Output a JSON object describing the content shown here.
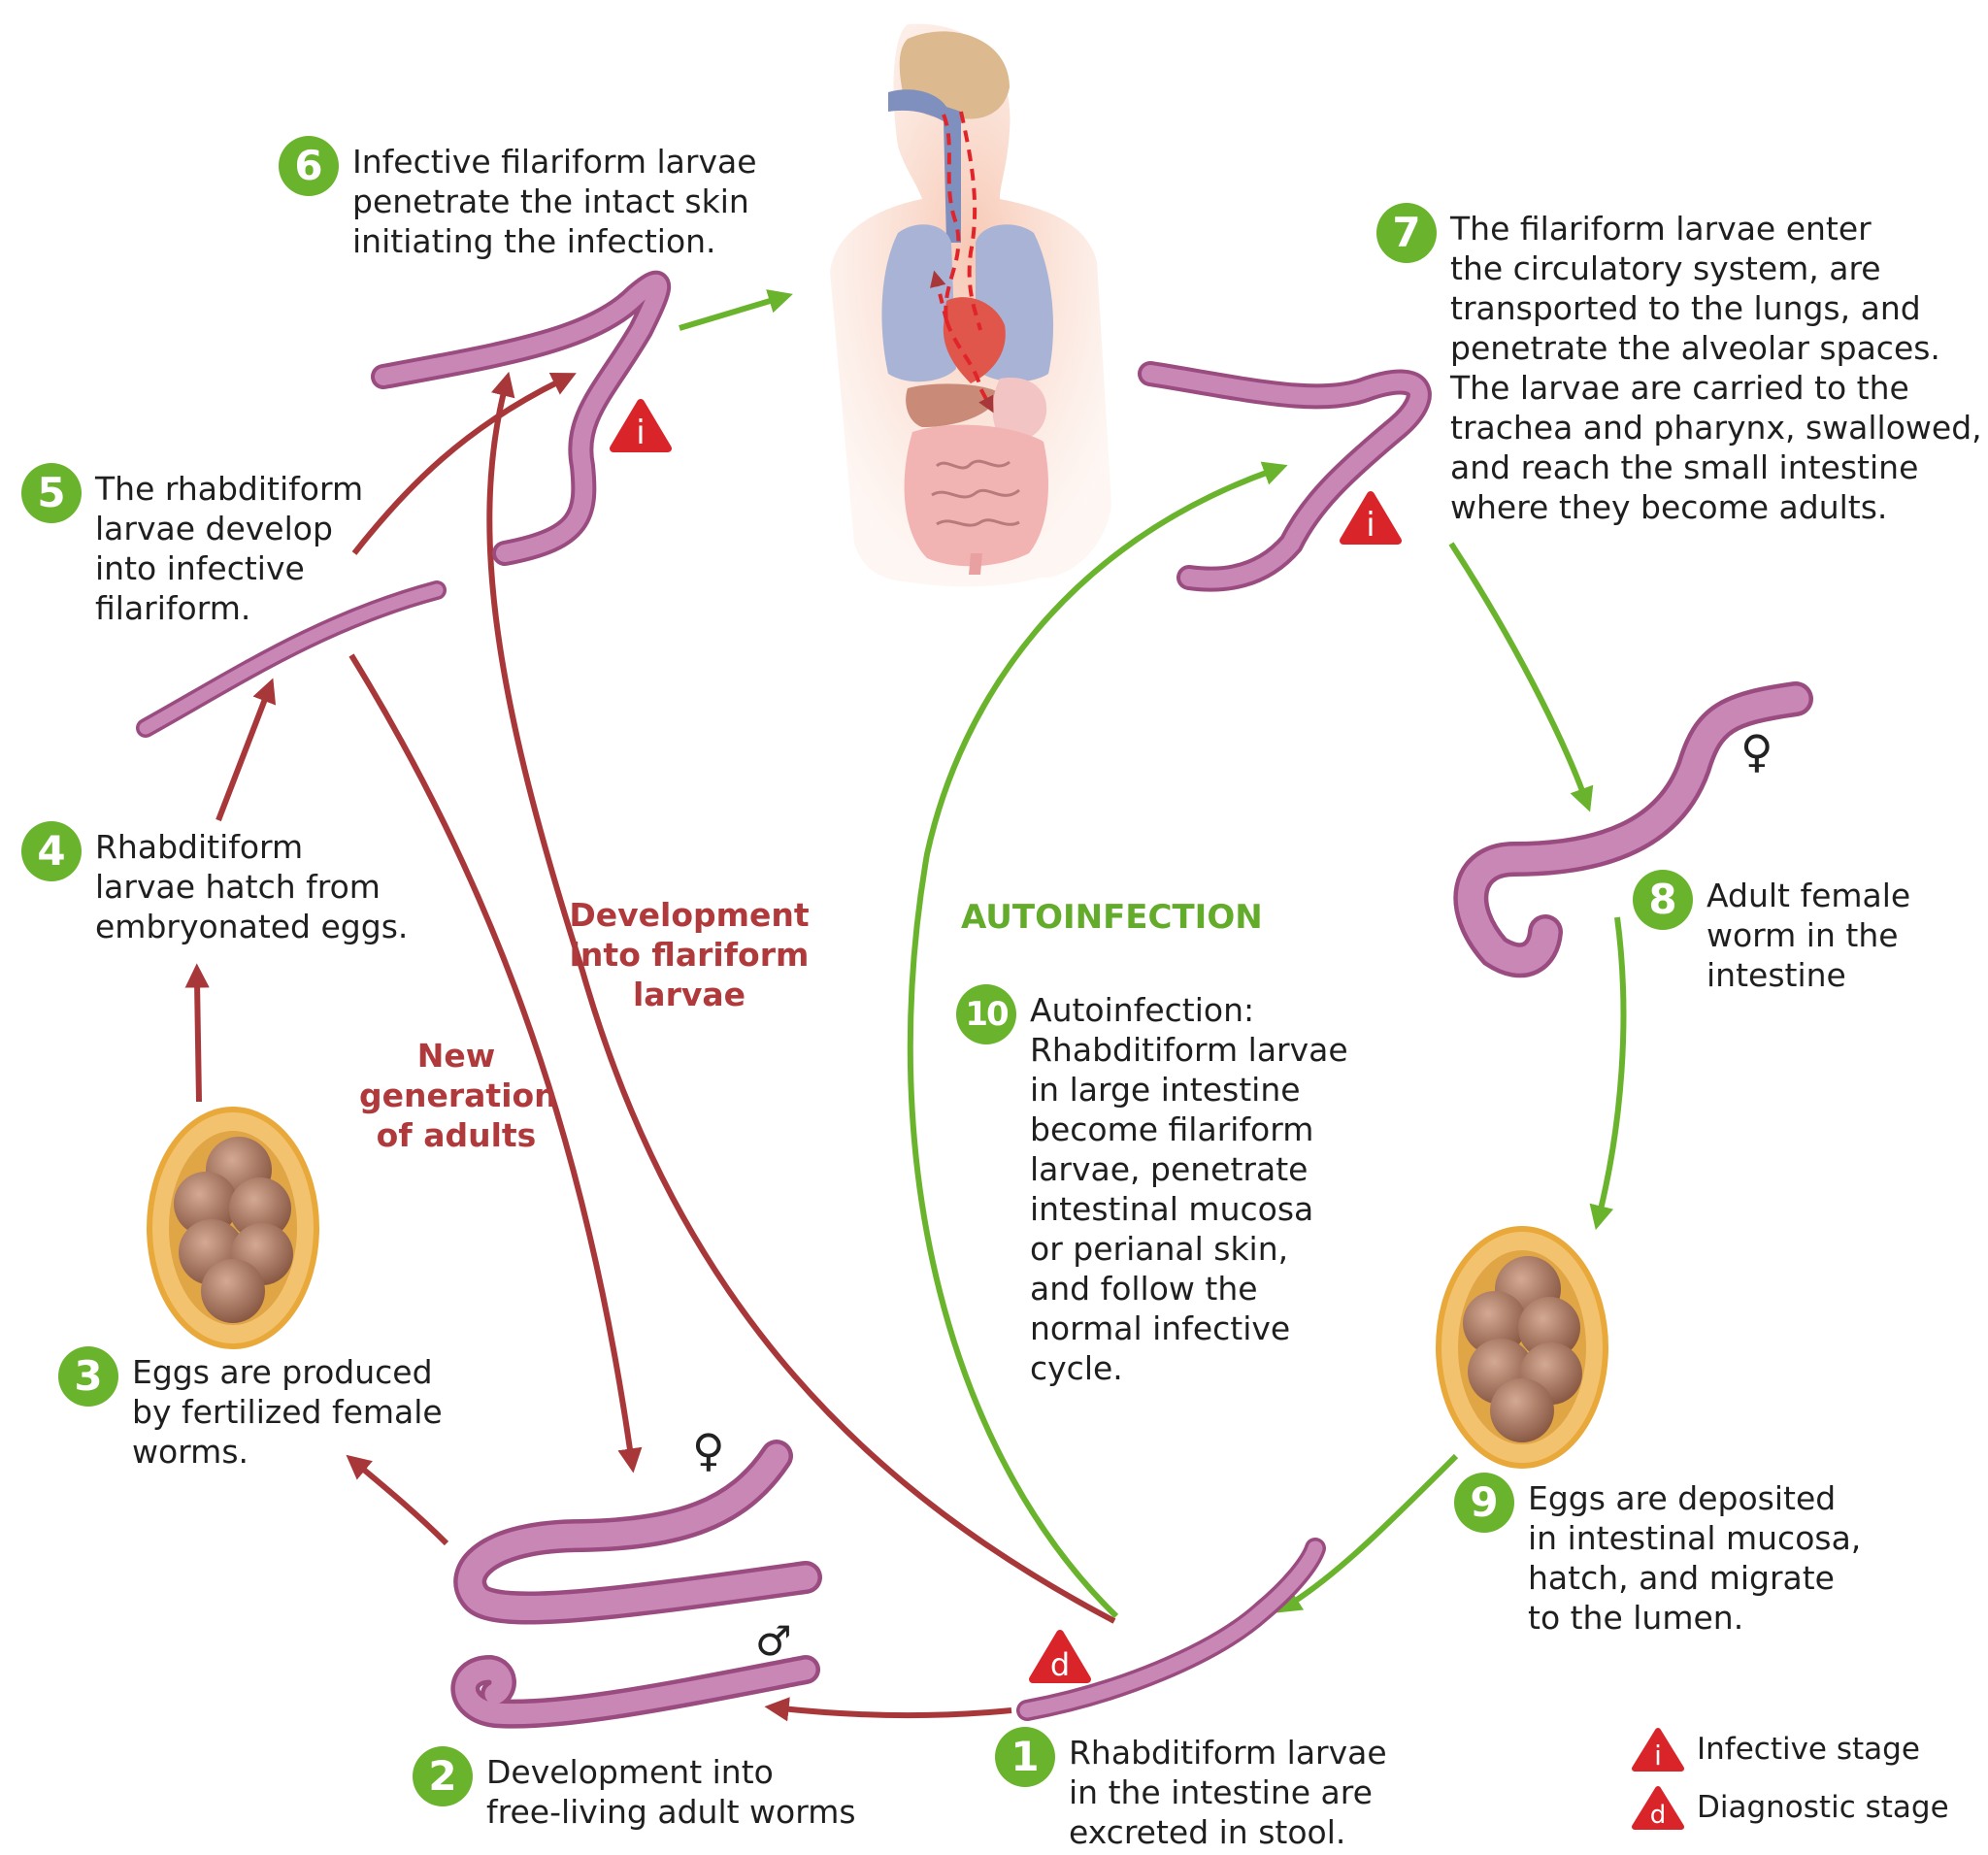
{
  "steps": [
    {
      "num": "1",
      "text": "Rhabditiform larvae\nin the intestine are\nexcreted in stool."
    },
    {
      "num": "2",
      "text": "Development into\nfree-living adult worms"
    },
    {
      "num": "3",
      "text": "Eggs are produced\nby fertilized female\nworms."
    },
    {
      "num": "4",
      "text": "Rhabditiform\nlarvae hatch from\nembryonated eggs."
    },
    {
      "num": "5",
      "text": "The rhabditiform\nlarvae develop\ninto infective\nfilariform."
    },
    {
      "num": "6",
      "text": "Infective filariform larvae\npenetrate the intact skin\ninitiating the infection."
    },
    {
      "num": "7",
      "text": "The filariform larvae enter\nthe circulatory system, are\ntransported to the lungs, and\npenetrate the alveolar spaces.\nThe larvae are carried to the\ntrachea and pharynx, swallowed,\nand reach the small intestine\nwhere they become adults."
    },
    {
      "num": "8",
      "text": "Adult female\nworm in the\nintestine"
    },
    {
      "num": "9",
      "text": "Eggs are deposited\nin intestinal mucosa,\nhatch, and migrate\nto the lumen."
    },
    {
      "num": "10",
      "text": "Autoinfection:\nRhabditiform larvae\nin large intestine\nbecome filariform\nlarvae, penetrate\nintestinal mucosa\nor perianal skin,\nand follow the\nnormal infective\ncycle."
    }
  ],
  "labels": {
    "development": "Development\ninto flariform\nlarvae",
    "new_generation": "New\ngeneration\nof adults",
    "autoinfection": "AUTOINFECTION"
  },
  "markers": {
    "infective": "i",
    "diagnostic": "d",
    "female": "♀",
    "male": "♂"
  },
  "legend": {
    "infective": "Infective stage",
    "diagnostic": "Diagnostic stage"
  },
  "colors": {
    "green": "#6ab42d",
    "red_arrow": "#a8373a",
    "worm": "#c07aaa",
    "warning": "#d9242a",
    "egg_shell": "#e8a93a"
  }
}
